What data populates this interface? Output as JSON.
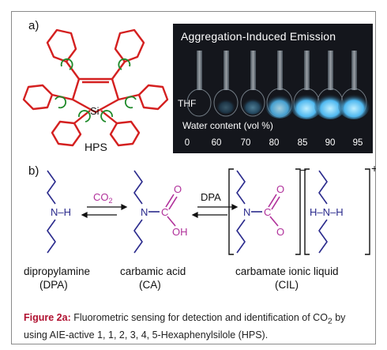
{
  "panel_a": {
    "label": "a)",
    "molecule_label": "HPS",
    "si_label": "Si",
    "photo": {
      "title": "Aggregation-Induced Emission",
      "thf_label": "THF",
      "water_label": "Water content (vol %)",
      "water_values": [
        "0",
        "60",
        "70",
        "80",
        "85",
        "90",
        "95"
      ]
    }
  },
  "panel_b": {
    "label": "b)",
    "amine_group": "N–H",
    "co2": {
      "main": "CO",
      "sub": "2"
    },
    "dpa_arrow": "DPA",
    "carbamic_n": "N",
    "carbamic_c": "C",
    "carbamic_o": "O",
    "carbamic_oh": "OH",
    "ionic_n": "N",
    "ionic_c": "C",
    "ionic_o": "O",
    "ammonium": "H–N–H",
    "minus": "−",
    "plus": "+",
    "names": [
      {
        "name": "dipropylamine",
        "abbr": "(DPA)"
      },
      {
        "name": "carbamic acid",
        "abbr": "(CA)"
      },
      {
        "name": "carbamate ionic liquid",
        "abbr": "(CIL)"
      }
    ]
  },
  "caption": {
    "lead": "Figure 2a:",
    "text_1": " Fluorometric sensing for detection and identification of CO",
    "sub": "2",
    "text_2": " by using AIE-active 1, 1, 2, 3, 4, 5-Hexaphenylsilole (HPS)."
  },
  "colors": {
    "molecule": "#d42020",
    "arrows": "#1f8a2a",
    "amine": "#2a2a8c",
    "carbonyl": "#b0309a",
    "glow": "#5fc8ff"
  }
}
